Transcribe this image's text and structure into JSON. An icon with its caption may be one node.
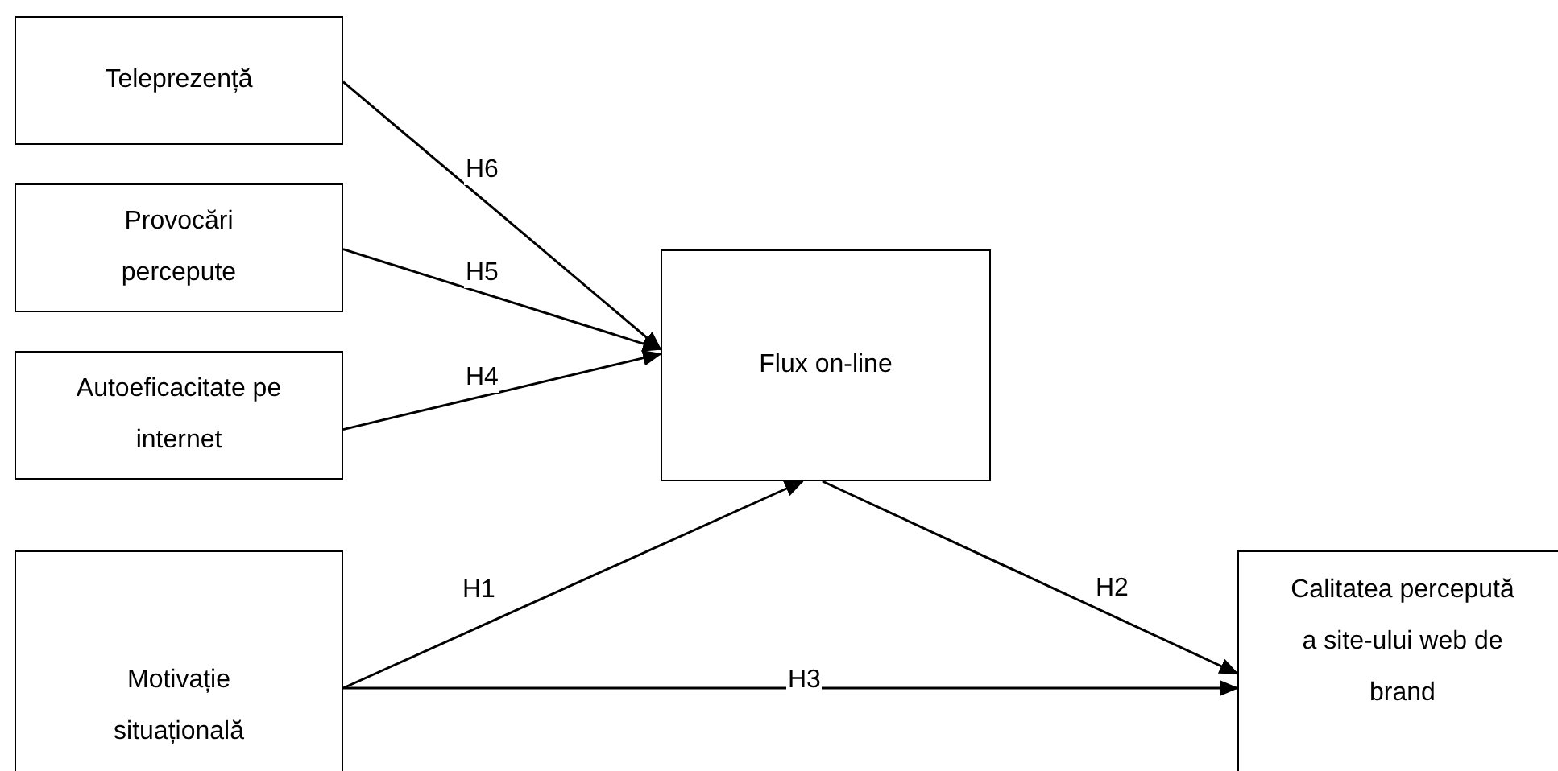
{
  "diagram": {
    "nodes": [
      {
        "text": [
          "Teleprezență"
        ]
      },
      {
        "text": [
          "Provocări percepute"
        ]
      },
      {
        "text": [
          "Autoeficacitate pe internet"
        ]
      },
      {
        "text": [
          "Flux on-line"
        ]
      },
      {
        "text": [
          "Motivație situațională"
        ]
      },
      {
        "text": [
          "Calitatea percepută a site-ului web de brand"
        ]
      }
    ],
    "edges": [
      {
        "from": 0,
        "to": 3,
        "arrow": "to",
        "label": "H6"
      },
      {
        "from": 1,
        "to": 3,
        "arrow": "to",
        "label": "H5"
      },
      {
        "from": 2,
        "to": 3,
        "arrow": "to",
        "label": "H4"
      },
      {
        "from": 4,
        "to": 3,
        "arrow": "to",
        "label": "H1"
      },
      {
        "from": 3,
        "to": 5,
        "arrow": "to",
        "label": "H2"
      },
      {
        "from": 4,
        "to": 5,
        "arrow": "to",
        "label": "H3"
      }
    ]
  }
}
